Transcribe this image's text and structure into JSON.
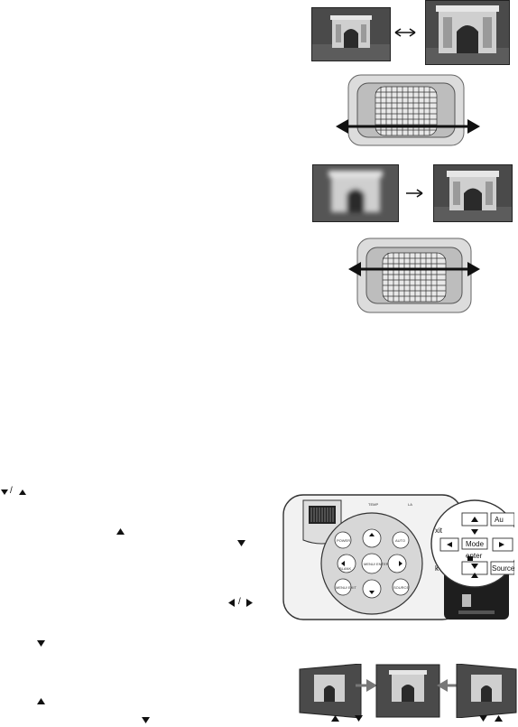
{
  "remote_panel": {
    "tab_labels": [
      "TEMP",
      "LA"
    ],
    "pad_buttons": [
      "POWER",
      "AUTO",
      "BLANK",
      "MENU/ ENTER",
      "SOURCE",
      "MENU/ EXIT"
    ],
    "zoom_keys": [
      "Mode",
      "enter",
      "Source",
      "Au"
    ],
    "side_letters": [
      "xit",
      "k"
    ]
  },
  "icons": {
    "zoom_arrow": "double-arrow-icon",
    "focus_arrow": "right-arrow-icon",
    "keystone_up": "triangle-up-icon",
    "keystone_down": "triangle-down-icon",
    "keystone_left": "triangle-left-icon",
    "keystone_right": "triangle-right-icon"
  },
  "colors": {
    "photo_dark": "#3a3a3a",
    "lens_panel": "#cfcfcf",
    "pad_gray": "#d7d7d7",
    "remote_dark": "#1e1e1e"
  }
}
